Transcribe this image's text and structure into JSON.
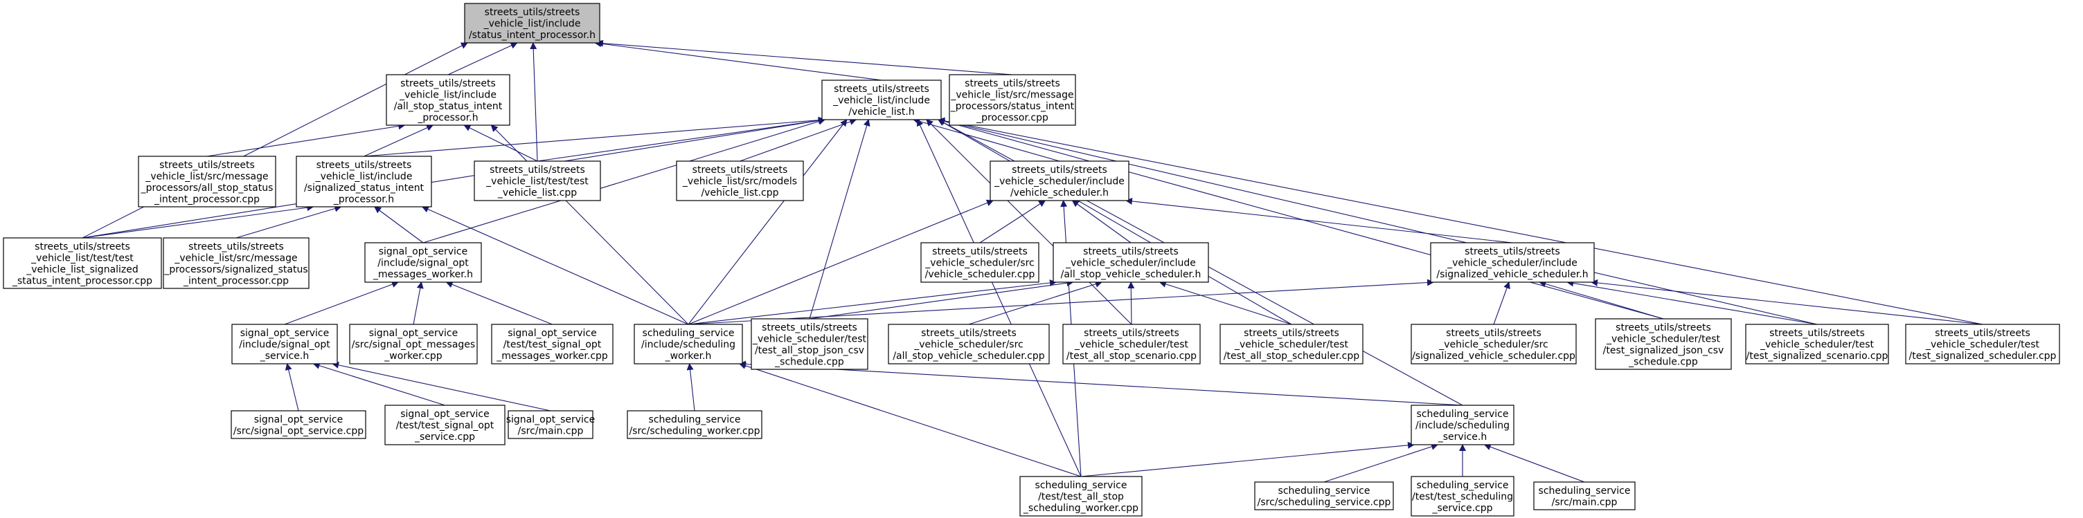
{
  "diagram": {
    "type": "include-dependency-graph",
    "colors": {
      "root_fill": "#bfbfbf",
      "node_fill": "#ffffff",
      "border": "#000000",
      "edge": "#191970",
      "text": "#000000"
    },
    "nodes": [
      {
        "id": "status_intent_processor_h",
        "lines": [
          "streets_utils/streets",
          "_vehicle_list/include",
          "/status_intent_processor.h"
        ],
        "root": true
      },
      {
        "id": "all_stop_status_intent_processor_h",
        "lines": [
          "streets_utils/streets",
          "_vehicle_list/include",
          "/all_stop_status_intent",
          "_processor.h"
        ]
      },
      {
        "id": "vehicle_list_h",
        "lines": [
          "streets_utils/streets",
          "_vehicle_list/include",
          "/vehicle_list.h"
        ]
      },
      {
        "id": "status_intent_processor_cpp",
        "lines": [
          "streets_utils/streets",
          "_vehicle_list/src/message",
          "_processors/status_intent",
          "_processor.cpp"
        ]
      },
      {
        "id": "all_stop_status_intent_processor_cpp",
        "lines": [
          "streets_utils/streets",
          "_vehicle_list/src/message",
          "_processors/all_stop_status",
          "_intent_processor.cpp"
        ]
      },
      {
        "id": "signalized_status_intent_processor_h",
        "lines": [
          "streets_utils/streets",
          "_vehicle_list/include",
          "/signalized_status_intent",
          "_processor.h"
        ]
      },
      {
        "id": "test_vehicle_list_cpp",
        "lines": [
          "streets_utils/streets",
          "_vehicle_list/test/test",
          "_vehicle_list.cpp"
        ]
      },
      {
        "id": "vehicle_list_src_cpp",
        "lines": [
          "streets_utils/streets",
          "_vehicle_list/src/models",
          "/vehicle_list.cpp"
        ]
      },
      {
        "id": "vehicle_scheduler_h",
        "lines": [
          "streets_utils/streets",
          "_vehicle_scheduler/include",
          "/vehicle_scheduler.h"
        ]
      },
      {
        "id": "test_vehicle_list_signalized_cpp",
        "lines": [
          "streets_utils/streets",
          "_vehicle_list/test/test",
          "_vehicle_list_signalized",
          "_status_intent_processor.cpp"
        ]
      },
      {
        "id": "signalized_status_intent_processor_cpp",
        "lines": [
          "streets_utils/streets",
          "_vehicle_list/src/message",
          "_processors/signalized_status",
          "_intent_processor.cpp"
        ]
      },
      {
        "id": "signal_opt_messages_worker_h",
        "lines": [
          "signal_opt_service",
          "/include/signal_opt",
          "_messages_worker.h"
        ]
      },
      {
        "id": "vehicle_scheduler_cpp",
        "lines": [
          "streets_utils/streets",
          "_vehicle_scheduler/src",
          "/vehicle_scheduler.cpp"
        ]
      },
      {
        "id": "all_stop_vehicle_scheduler_h",
        "lines": [
          "streets_utils/streets",
          "_vehicle_scheduler/include",
          "/all_stop_vehicle_scheduler.h"
        ]
      },
      {
        "id": "signalized_vehicle_scheduler_h",
        "lines": [
          "streets_utils/streets",
          "_vehicle_scheduler/include",
          "/signalized_vehicle_scheduler.h"
        ]
      },
      {
        "id": "signal_opt_service_h",
        "lines": [
          "signal_opt_service",
          "/include/signal_opt",
          "_service.h"
        ]
      },
      {
        "id": "signal_opt_messages_worker_cpp",
        "lines": [
          "signal_opt_service",
          "/src/signal_opt_messages",
          "_worker.cpp"
        ]
      },
      {
        "id": "test_signal_opt_messages_worker_cpp",
        "lines": [
          "signal_opt_service",
          "/test/test_signal_opt",
          "_messages_worker.cpp"
        ]
      },
      {
        "id": "scheduling_worker_h",
        "lines": [
          "scheduling_service",
          "/include/scheduling",
          "_worker.h"
        ]
      },
      {
        "id": "test_all_stop_json_csv_schedule_cpp",
        "lines": [
          "streets_utils/streets",
          "_vehicle_scheduler/test",
          "/test_all_stop_json_csv",
          "_schedule.cpp"
        ]
      },
      {
        "id": "all_stop_vehicle_scheduler_cpp",
        "lines": [
          "streets_utils/streets",
          "_vehicle_scheduler/src",
          "/all_stop_vehicle_scheduler.cpp"
        ]
      },
      {
        "id": "test_all_stop_scenario_cpp",
        "lines": [
          "streets_utils/streets",
          "_vehicle_scheduler/test",
          "/test_all_stop_scenario.cpp"
        ]
      },
      {
        "id": "test_all_stop_scheduler_cpp",
        "lines": [
          "streets_utils/streets",
          "_vehicle_scheduler/test",
          "/test_all_stop_scheduler.cpp"
        ]
      },
      {
        "id": "signalized_vehicle_scheduler_cpp",
        "lines": [
          "streets_utils/streets",
          "_vehicle_scheduler/src",
          "/signalized_vehicle_scheduler.cpp"
        ]
      },
      {
        "id": "test_signalized_json_csv_schedule_cpp",
        "lines": [
          "streets_utils/streets",
          "_vehicle_scheduler/test",
          "/test_signalized_json_csv",
          "_schedule.cpp"
        ]
      },
      {
        "id": "test_signalized_scenario_cpp",
        "lines": [
          "streets_utils/streets",
          "_vehicle_scheduler/test",
          "/test_signalized_scenario.cpp"
        ]
      },
      {
        "id": "test_signalized_scheduler_cpp",
        "lines": [
          "streets_utils/streets",
          "_vehicle_scheduler/test",
          "/test_signalized_scheduler.cpp"
        ]
      },
      {
        "id": "signal_opt_service_cpp",
        "lines": [
          "signal_opt_service",
          "/src/signal_opt_service.cpp"
        ]
      },
      {
        "id": "test_signal_opt_service_cpp",
        "lines": [
          "signal_opt_service",
          "/test/test_signal_opt",
          "_service.cpp"
        ]
      },
      {
        "id": "signal_opt_main_cpp",
        "lines": [
          "signal_opt_service",
          "/src/main.cpp"
        ]
      },
      {
        "id": "scheduling_worker_cpp",
        "lines": [
          "scheduling_service",
          "/src/scheduling_worker.cpp"
        ]
      },
      {
        "id": "scheduling_service_h",
        "lines": [
          "scheduling_service",
          "/include/scheduling",
          "_service.h"
        ]
      },
      {
        "id": "test_all_stop_scheduling_worker_cpp",
        "lines": [
          "scheduling_service",
          "/test/test_all_stop",
          "_scheduling_worker.cpp"
        ]
      },
      {
        "id": "scheduling_service_cpp",
        "lines": [
          "scheduling_service",
          "/src/scheduling_service.cpp"
        ]
      },
      {
        "id": "test_scheduling_service_cpp",
        "lines": [
          "scheduling_service",
          "/test/test_scheduling",
          "_service.cpp"
        ]
      },
      {
        "id": "scheduling_main_cpp",
        "lines": [
          "scheduling_service",
          "/src/main.cpp"
        ]
      }
    ],
    "edges": [
      {
        "from": "all_stop_status_intent_processor_h",
        "to": "status_intent_processor_h"
      },
      {
        "from": "test_vehicle_list_cpp",
        "to": "status_intent_processor_h"
      },
      {
        "from": "vehicle_list_h",
        "to": "status_intent_processor_h"
      },
      {
        "from": "status_intent_processor_cpp",
        "to": "status_intent_processor_h"
      },
      {
        "from": "test_vehicle_list_signalized_cpp",
        "to": "status_intent_processor_h"
      },
      {
        "from": "all_stop_status_intent_processor_cpp",
        "to": "all_stop_status_intent_processor_h"
      },
      {
        "from": "signalized_status_intent_processor_h",
        "to": "all_stop_status_intent_processor_h"
      },
      {
        "from": "test_vehicle_list_cpp",
        "to": "all_stop_status_intent_processor_h"
      },
      {
        "from": "scheduling_worker_h",
        "to": "all_stop_status_intent_processor_h"
      },
      {
        "from": "test_vehicle_list_cpp",
        "to": "vehicle_list_h"
      },
      {
        "from": "vehicle_list_src_cpp",
        "to": "vehicle_list_h"
      },
      {
        "from": "vehicle_scheduler_h",
        "to": "vehicle_list_h"
      },
      {
        "from": "signalized_status_intent_processor_h",
        "to": "vehicle_list_h"
      },
      {
        "from": "test_vehicle_list_signalized_cpp",
        "to": "vehicle_list_h"
      },
      {
        "from": "signal_opt_messages_worker_h",
        "to": "vehicle_list_h"
      },
      {
        "from": "scheduling_worker_h",
        "to": "vehicle_list_h"
      },
      {
        "from": "test_all_stop_json_csv_schedule_cpp",
        "to": "vehicle_list_h"
      },
      {
        "from": "test_all_stop_scenario_cpp",
        "to": "vehicle_list_h"
      },
      {
        "from": "test_all_stop_scheduler_cpp",
        "to": "vehicle_list_h"
      },
      {
        "from": "test_signalized_json_csv_schedule_cpp",
        "to": "vehicle_list_h"
      },
      {
        "from": "test_signalized_scenario_cpp",
        "to": "vehicle_list_h"
      },
      {
        "from": "test_signalized_scheduler_cpp",
        "to": "vehicle_list_h"
      },
      {
        "from": "scheduling_service_h",
        "to": "vehicle_list_h"
      },
      {
        "from": "test_all_stop_scheduling_worker_cpp",
        "to": "vehicle_list_h"
      },
      {
        "from": "test_vehicle_list_signalized_cpp",
        "to": "signalized_status_intent_processor_h"
      },
      {
        "from": "signalized_status_intent_processor_cpp",
        "to": "signalized_status_intent_processor_h"
      },
      {
        "from": "signal_opt_messages_worker_h",
        "to": "signalized_status_intent_processor_h"
      },
      {
        "from": "scheduling_worker_h",
        "to": "signalized_status_intent_processor_h"
      },
      {
        "from": "signal_opt_service_h",
        "to": "signal_opt_messages_worker_h"
      },
      {
        "from": "signal_opt_messages_worker_cpp",
        "to": "signal_opt_messages_worker_h"
      },
      {
        "from": "test_signal_opt_messages_worker_cpp",
        "to": "signal_opt_messages_worker_h"
      },
      {
        "from": "signal_opt_service_cpp",
        "to": "signal_opt_service_h"
      },
      {
        "from": "test_signal_opt_service_cpp",
        "to": "signal_opt_service_h"
      },
      {
        "from": "signal_opt_main_cpp",
        "to": "signal_opt_service_h"
      },
      {
        "from": "vehicle_scheduler_cpp",
        "to": "vehicle_scheduler_h"
      },
      {
        "from": "all_stop_vehicle_scheduler_h",
        "to": "vehicle_scheduler_h"
      },
      {
        "from": "signalized_vehicle_scheduler_h",
        "to": "vehicle_scheduler_h"
      },
      {
        "from": "scheduling_worker_h",
        "to": "vehicle_scheduler_h"
      },
      {
        "from": "test_all_stop_scheduling_worker_cpp",
        "to": "vehicle_scheduler_h"
      },
      {
        "from": "scheduling_worker_h",
        "to": "all_stop_vehicle_scheduler_h"
      },
      {
        "from": "test_all_stop_json_csv_schedule_cpp",
        "to": "all_stop_vehicle_scheduler_h"
      },
      {
        "from": "all_stop_vehicle_scheduler_cpp",
        "to": "all_stop_vehicle_scheduler_h"
      },
      {
        "from": "test_all_stop_scenario_cpp",
        "to": "all_stop_vehicle_scheduler_h"
      },
      {
        "from": "test_all_stop_scheduler_cpp",
        "to": "all_stop_vehicle_scheduler_h"
      },
      {
        "from": "scheduling_worker_h",
        "to": "signalized_vehicle_scheduler_h"
      },
      {
        "from": "signalized_vehicle_scheduler_cpp",
        "to": "signalized_vehicle_scheduler_h"
      },
      {
        "from": "test_signalized_json_csv_schedule_cpp",
        "to": "signalized_vehicle_scheduler_h"
      },
      {
        "from": "test_signalized_scenario_cpp",
        "to": "signalized_vehicle_scheduler_h"
      },
      {
        "from": "test_signalized_scheduler_cpp",
        "to": "signalized_vehicle_scheduler_h"
      },
      {
        "from": "scheduling_worker_cpp",
        "to": "scheduling_worker_h"
      },
      {
        "from": "scheduling_service_h",
        "to": "scheduling_worker_h"
      },
      {
        "from": "test_all_stop_scheduling_worker_cpp",
        "to": "scheduling_worker_h"
      },
      {
        "from": "test_all_stop_scheduling_worker_cpp",
        "to": "scheduling_service_h"
      },
      {
        "from": "scheduling_service_cpp",
        "to": "scheduling_service_h"
      },
      {
        "from": "test_scheduling_service_cpp",
        "to": "scheduling_service_h"
      },
      {
        "from": "scheduling_main_cpp",
        "to": "scheduling_service_h"
      }
    ]
  }
}
